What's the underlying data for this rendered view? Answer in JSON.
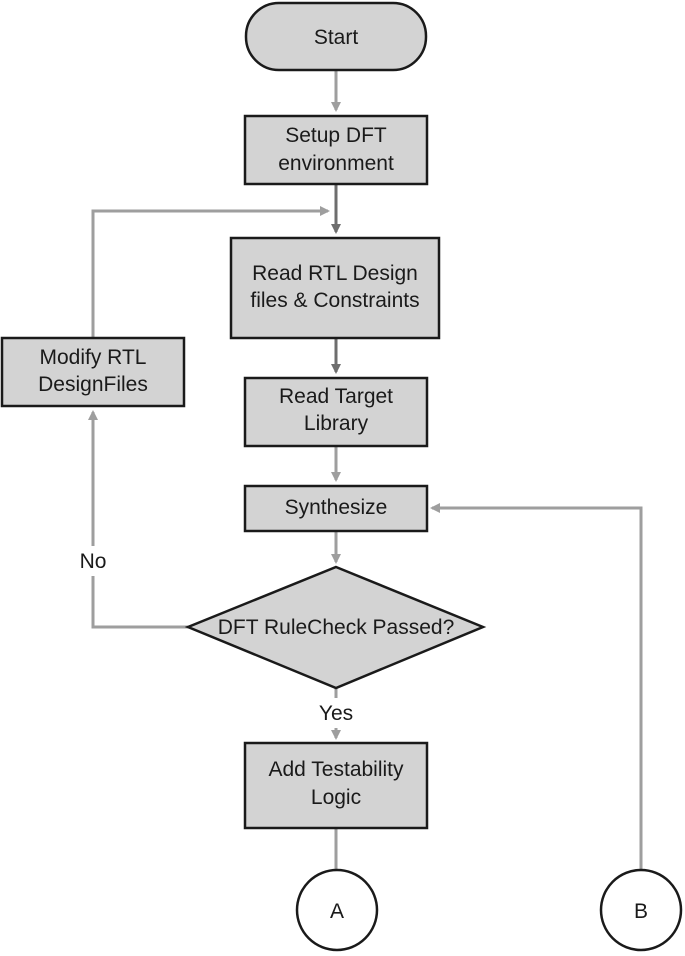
{
  "nodes": {
    "start": {
      "label": "Start"
    },
    "setup": {
      "lines": [
        "Setup DFT",
        "environment"
      ]
    },
    "read_rtl": {
      "lines": [
        "Read RTL Design",
        "files & Constraints"
      ]
    },
    "modify_rtl": {
      "lines": [
        "Modify RTL",
        "DesignFiles"
      ]
    },
    "read_lib": {
      "lines": [
        "Read Target",
        "Library"
      ]
    },
    "synthesize": {
      "label": "Synthesize"
    },
    "decision": {
      "label": "DFT RuleCheck Passed?"
    },
    "add_logic": {
      "lines": [
        "Add Testability",
        "Logic"
      ]
    },
    "connector_a": {
      "label": "A"
    },
    "connector_b": {
      "label": "B"
    }
  },
  "edges": {
    "no_label": "No",
    "yes_label": "Yes"
  },
  "colors": {
    "node_fill": "#d3d3d3",
    "node_stroke": "#1a1a1a",
    "edge_light": "#9e9e9e",
    "edge_dark": "#6e6e6e"
  }
}
